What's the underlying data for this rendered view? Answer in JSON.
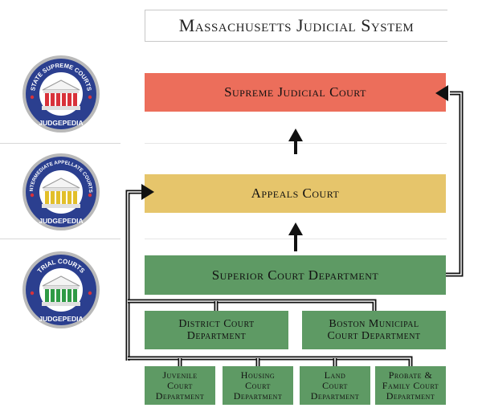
{
  "title": "Massachusetts Judicial System",
  "badges": [
    {
      "arc_text": "STATE SUPREME COURTS",
      "bottom_text": "JUDGEPEDIA",
      "column_color": "#d8323a",
      "roof_color": "#f4f4f4"
    },
    {
      "arc_text": "INTERMEDIATE APPELLATE COURTS",
      "bottom_text": "JUDGEPEDIA",
      "column_color": "#e2bf2a",
      "roof_color": "#f4f4f4"
    },
    {
      "arc_text": "TRIAL COURTS",
      "bottom_text": "JUDGEPEDIA",
      "column_color": "#2f9a45",
      "roof_color": "#f4f4f4"
    }
  ],
  "courts": {
    "supreme": "Supreme Judicial Court",
    "appeals": "Appeals Court",
    "superior": "Superior Court Department",
    "district": {
      "line1": "District Court",
      "line2": "Department"
    },
    "boston": {
      "line1": "Boston Municipal",
      "line2": "Court Department"
    },
    "juvenile": {
      "line1": "Juvenile",
      "line2": "Court",
      "line3": "Department"
    },
    "housing": {
      "line1": "Housing",
      "line2": "Court",
      "line3": "Department"
    },
    "land": {
      "line1": "Land",
      "line2": "Court",
      "line3": "Department"
    },
    "probate": {
      "line1": "Probate &",
      "line2": "Family Court",
      "line3": "Department"
    }
  },
  "colors": {
    "supreme": "#ec6e5b",
    "appeals": "#e6c56b",
    "trial": "#5e9a64",
    "badge_ring": "#2b3f8f",
    "badge_rim": "#b9b9b9"
  }
}
